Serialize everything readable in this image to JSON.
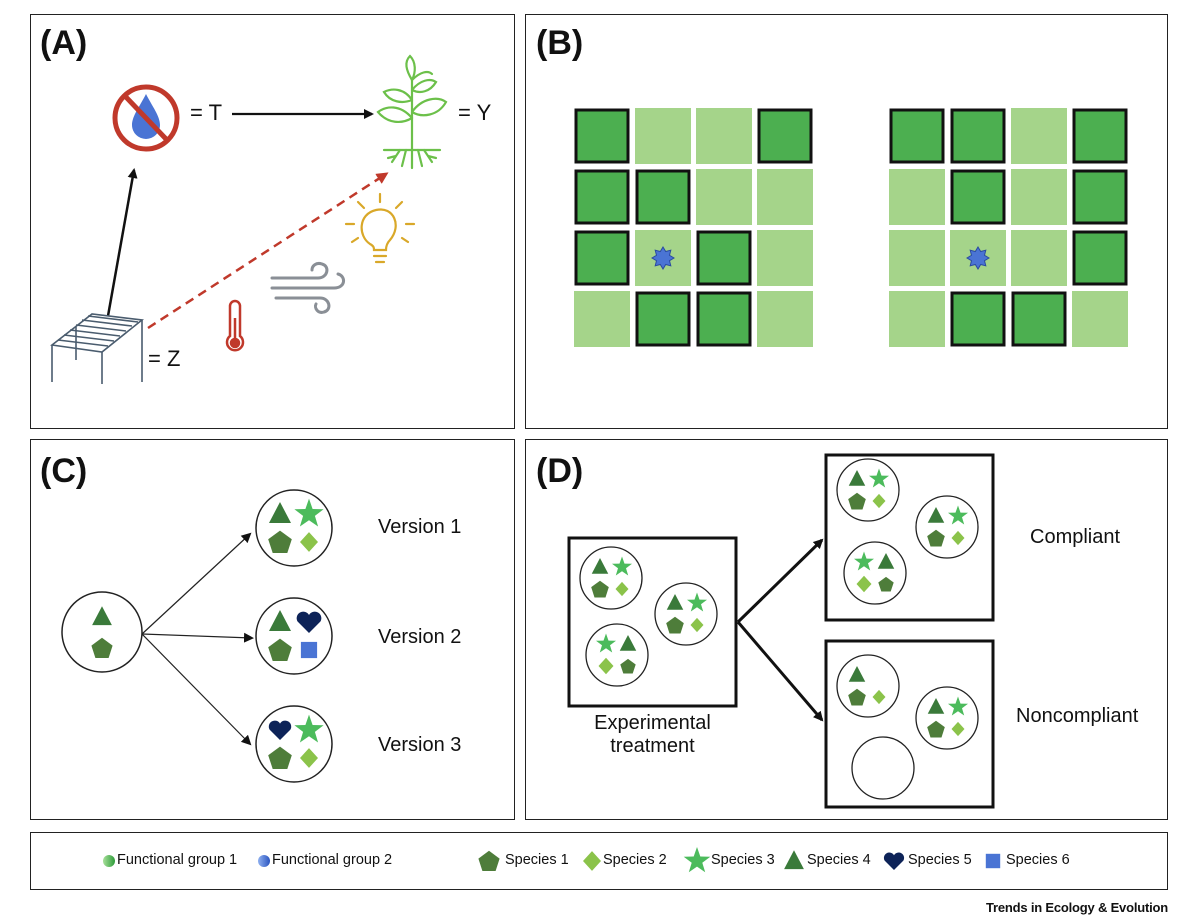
{
  "panels": {
    "a": {
      "label": "(A)",
      "t_label": "= T",
      "y_label": "= Y",
      "z_label": "= Z"
    },
    "b": {
      "label": "(B)",
      "grid_left": [
        [
          1,
          0,
          0,
          1
        ],
        [
          1,
          1,
          0,
          0
        ],
        [
          1,
          2,
          1,
          0
        ],
        [
          0,
          1,
          1,
          0
        ]
      ],
      "grid_right": [
        [
          1,
          1,
          0,
          1
        ],
        [
          0,
          1,
          0,
          1
        ],
        [
          0,
          2,
          0,
          1
        ],
        [
          0,
          1,
          1,
          0
        ]
      ]
    },
    "c": {
      "label": "(C)",
      "versions": [
        "Version 1",
        "Version 2",
        "Version 3"
      ]
    },
    "d": {
      "label": "(D)",
      "treatment_line1": "Experimental",
      "treatment_line2": "treatment",
      "compliant": "Compliant",
      "noncompliant": "Noncompliant"
    }
  },
  "legend": {
    "fg1": "Functional group 1",
    "fg2": "Functional group 2",
    "sp1": "Species 1",
    "sp2": "Species 2",
    "sp3": "Species 3",
    "sp4": "Species 4",
    "sp5": "Species 5",
    "sp6": "Species 6"
  },
  "footer": "Trends in Ecology & Evolution",
  "colors": {
    "dark_green": "#2e7d32",
    "plot_dark": "#4caf50",
    "plot_light": "#a5d48a",
    "sp1": "#4e7d3a",
    "sp2": "#8bc34a",
    "sp3": "#4cbb5c",
    "sp4": "#3a7a3a",
    "sp5": "#0d2358",
    "sp6": "#4a74d4",
    "focal": "#4a74d4",
    "red": "#c0392b",
    "yellow": "#d9a829"
  }
}
